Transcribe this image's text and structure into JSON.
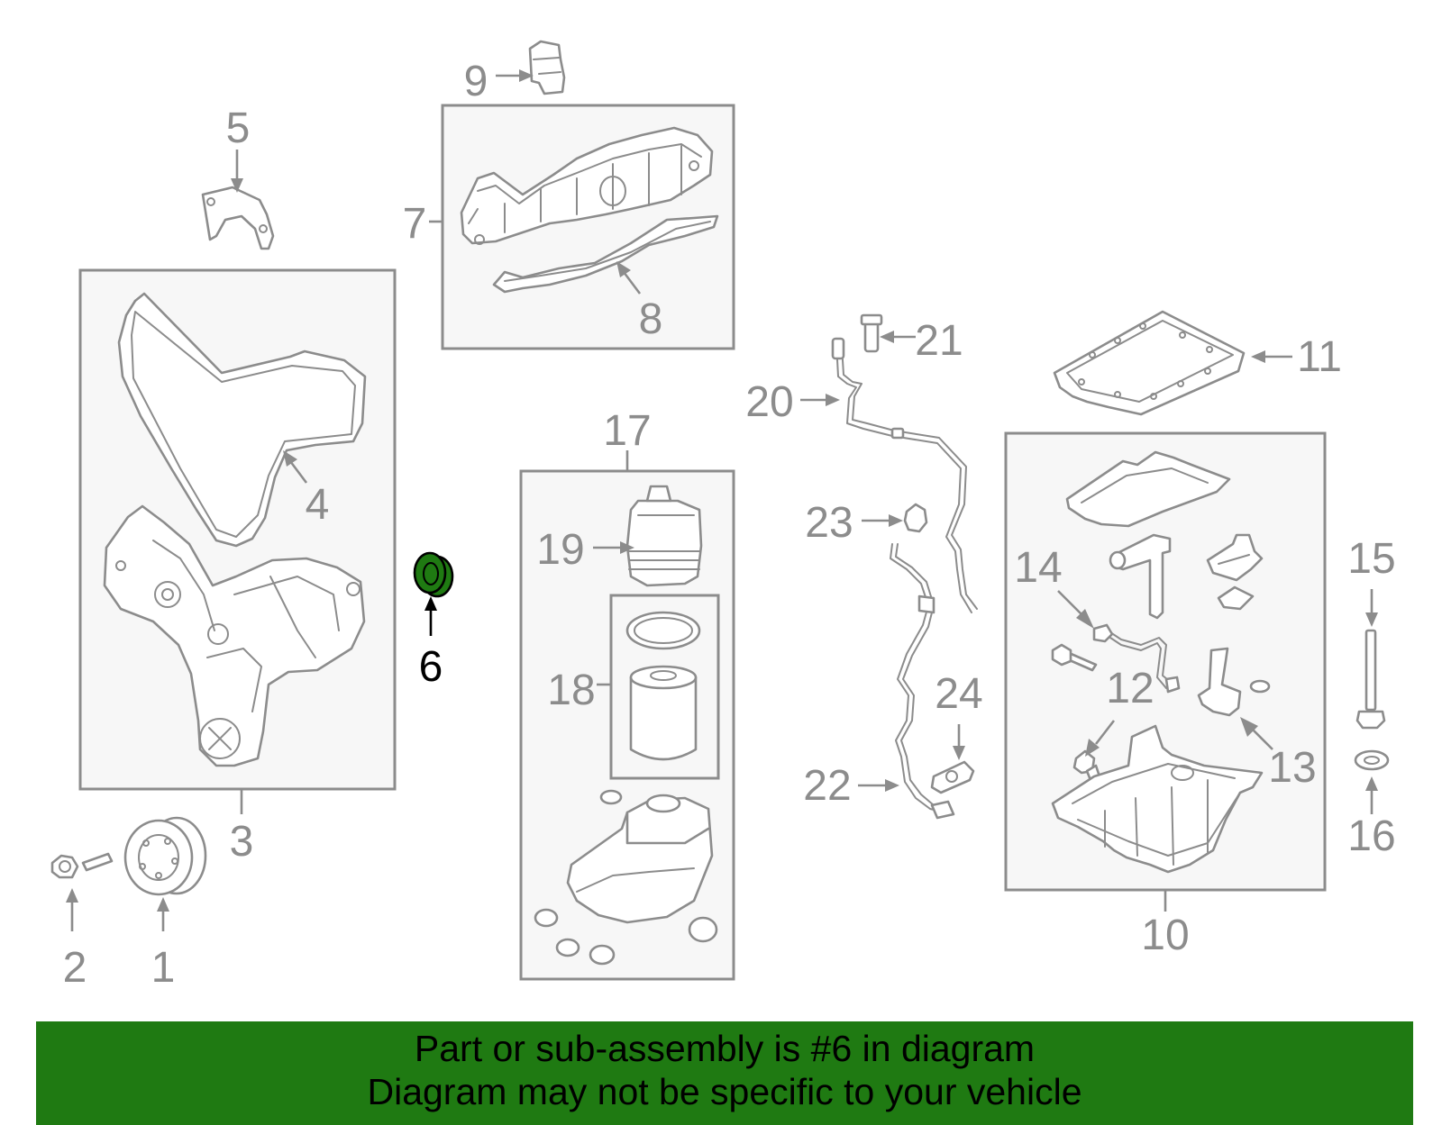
{
  "callouts": {
    "n1": "1",
    "n2": "2",
    "n3": "3",
    "n4": "4",
    "n5": "5",
    "n6": "6",
    "n7": "7",
    "n8": "8",
    "n9": "9",
    "n10": "10",
    "n11": "11",
    "n12": "12",
    "n13": "13",
    "n14": "14",
    "n15": "15",
    "n16": "16",
    "n17": "17",
    "n18": "18",
    "n19": "19",
    "n20": "20",
    "n21": "21",
    "n22": "22",
    "n23": "23",
    "n24": "24"
  },
  "highlight": {
    "part_number": "6",
    "color": "#1f7a12"
  },
  "banner": {
    "line1": "Part or sub-assembly is #6 in diagram",
    "line2": "Diagram may not be specific to your vehicle",
    "background": "#1f7a12"
  },
  "colors": {
    "linework": "#8c8c8c",
    "highlight_text": "#000000",
    "box_fill": "#f7f7f7"
  }
}
